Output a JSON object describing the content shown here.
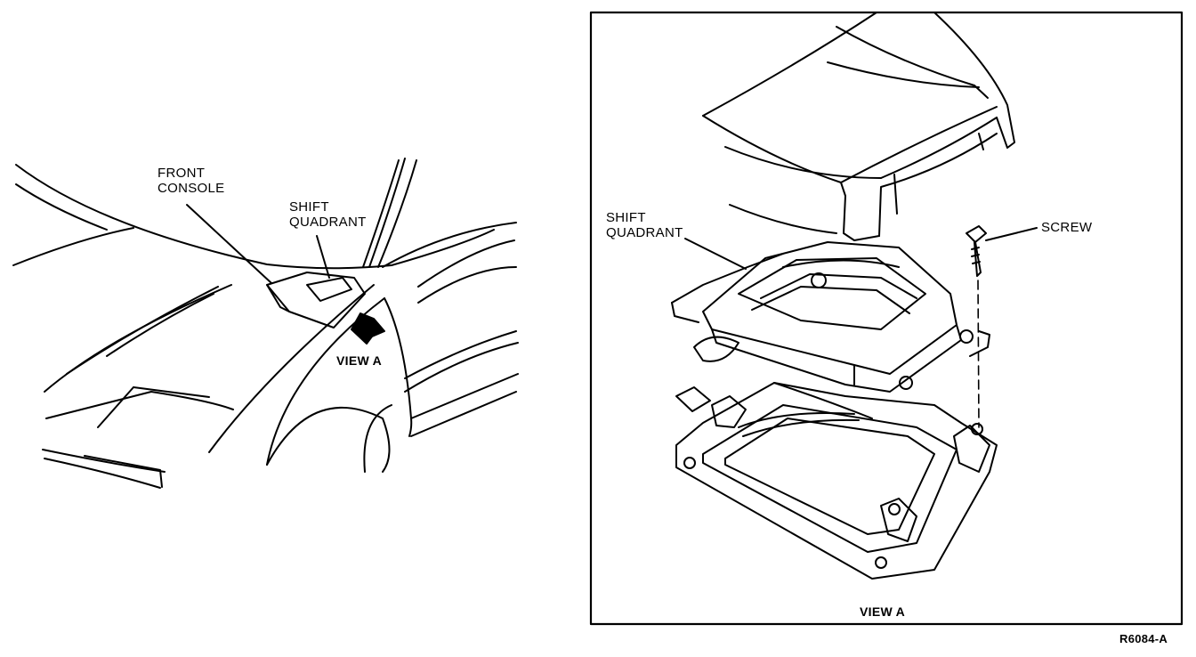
{
  "left_view": {
    "front_console_label": [
      "FRONT",
      "CONSOLE"
    ],
    "shift_quadrant_label": [
      "SHIFT",
      "QUADRANT"
    ],
    "view_label": "VIEW A"
  },
  "detail_view": {
    "shift_quadrant_label": [
      "SHIFT",
      "QUADRANT"
    ],
    "screw_label": "SCREW",
    "view_label": "VIEW A"
  },
  "figure_code": "R6084-A"
}
